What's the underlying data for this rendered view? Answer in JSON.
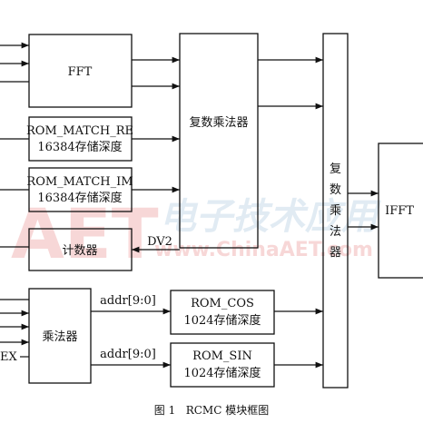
{
  "blocks": {
    "fft": "FFT",
    "rom_match_re_name": "ROM_MATCH_RE",
    "rom_match_re_size": "16384存储深度",
    "rom_match_im_name": "ROM_MATCH_IM",
    "rom_match_im_size": "16384存储深度",
    "counter": "计数器",
    "complex_mult_1": "复数乘法器",
    "complex_mult_2_chars": [
      "复",
      "数",
      "乘",
      "法",
      "器"
    ],
    "multiplier": "乘法器",
    "rom_cos_name": "ROM_COS",
    "rom_cos_size": "1024存储深度",
    "rom_sin_name": "ROM_SIN",
    "rom_sin_size": "1024存储深度",
    "ifft": "IFFT"
  },
  "signals": {
    "dv2": "DV2",
    "addr_cos": "addr[9:0]",
    "addr_sin": "addr[9:0]",
    "left_partial": "EX"
  },
  "caption": "图 1   RCMC 模块框图",
  "watermark": {
    "logo": "AET",
    "site": "www.ChinaAET.com",
    "brand_cn": "电子技术应用",
    "color": "#f2b8b8",
    "brand_color": "#c9dcea"
  },
  "colors": {
    "line": "#111111",
    "background": "#ffffff"
  }
}
